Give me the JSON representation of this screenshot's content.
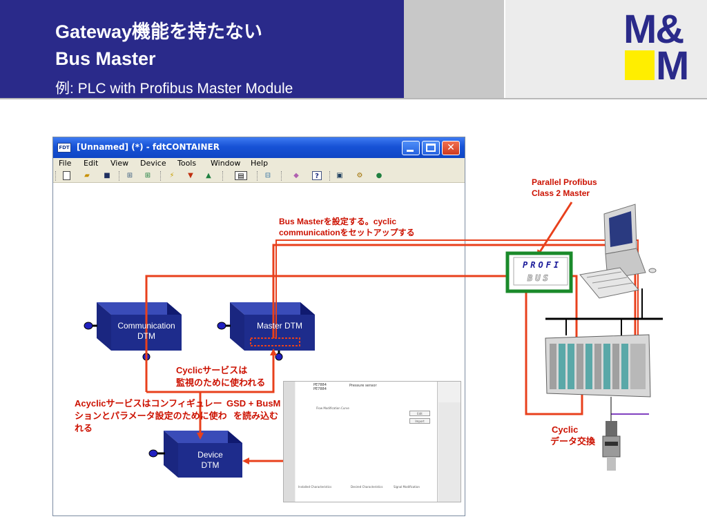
{
  "header": {
    "title_line1": "Gateway機能を持たない",
    "title_line2": "Bus Master",
    "subtitle": "例: PLC with Profibus Master Module"
  },
  "logo": {
    "top": "M&",
    "bottom": "M"
  },
  "window": {
    "title": "[Unnamed] (*)  - fdtCONTAINER",
    "controls": {
      "minimize": "",
      "maximize": "",
      "close": "✕"
    },
    "menu": [
      "File",
      "Edit",
      "View",
      "Device",
      "Tools",
      "Window",
      "Help"
    ],
    "toolbar_icons": [
      "new-file-icon",
      "open-folder-icon",
      "save-icon",
      "network-icon",
      "network-add-icon",
      "connect-icon",
      "download-icon",
      "upload-icon",
      "dtm-view-icon",
      "topology-icon",
      "eraser-icon",
      "help-icon",
      "window-icon",
      "settings-icon",
      "plug-icon"
    ]
  },
  "diagram": {
    "communication_dtm": {
      "line1": "Communication",
      "line2": "DTM"
    },
    "master_dtm": {
      "label": "Master DTM"
    },
    "device_dtm": {
      "line1": "Device",
      "line2": "DTM"
    }
  },
  "annotations": {
    "bus_master_line1": "Bus Masterを設定する。cyclic",
    "bus_master_line2": "communicationをセットアップする",
    "cyclic_line1": "Cyclicサービスは",
    "cyclic_line2": "監視のために使われる",
    "acyclic_line1": "Acyclicサービスはコンフィギュレー",
    "acyclic_line2": "ションとパラメータ設定のために使わ",
    "acyclic_line3": "れる",
    "gsd_line1": "GSD + BusM",
    "gsd_line2": "を読み込む",
    "parallel_line1": "Parallel Profibus",
    "parallel_line2": "Class 2 Master",
    "cyclic_exchange_line1": "Cyclic",
    "cyclic_exchange_line2": "データ交換"
  },
  "profibus_logo": {
    "top": "PROFI",
    "bottom": "BUS"
  },
  "inset": {
    "header_a": "PE7884",
    "header_b": "PE7884",
    "header_title": "Pressure sensor",
    "panel_title": "Flow Modification Curve",
    "buttons": [
      "Edit",
      "Import"
    ],
    "tabs": [
      "Installed Characteristics",
      "Desired Characteristics",
      "Signal Modification"
    ]
  },
  "colors": {
    "header_blue": "#2a2a8a",
    "logo_yellow": "#ffee00",
    "arrow_red": "#e8401c",
    "annotation_red": "#cc1100",
    "dtm_box": "#1e2c8c"
  }
}
